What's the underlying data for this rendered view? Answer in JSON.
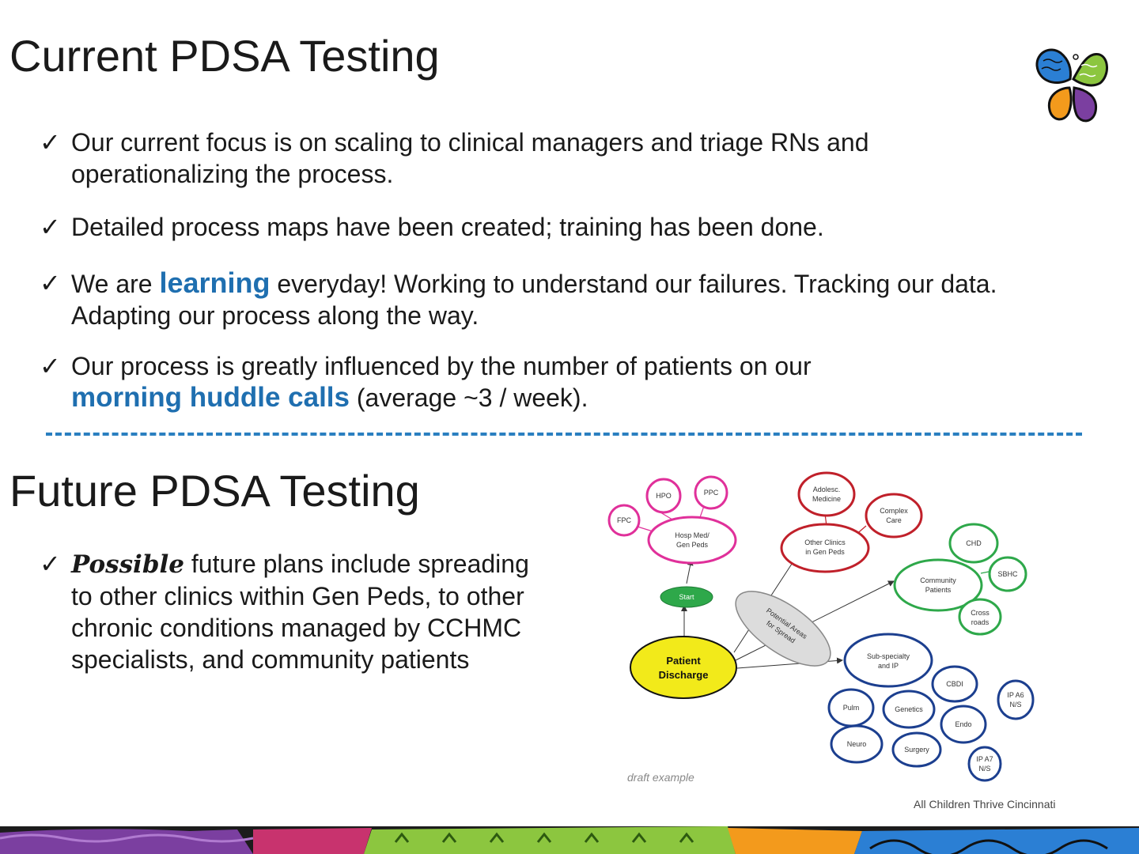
{
  "section1": {
    "title": "Current PDSA Testing",
    "bullet1": "Our current focus is on scaling to clinical managers and triage RNs and operationalizing the process.",
    "bullet2": "Detailed process maps have been created; training has been done.",
    "bullet3": {
      "pre": "We are ",
      "emphasis": "learning",
      "post": " everyday!  Working to understand our failures.  Tracking our data.  Adapting our process along the way."
    },
    "bullet4": {
      "pre": "Our process is greatly influenced by the number of patients on our ",
      "emphasis": "morning huddle calls",
      "post": " (average ~3 / week)."
    }
  },
  "section2": {
    "title": "Future PDSA Testing",
    "bullet1": {
      "emphasis": "Possible",
      "post": " future plans include spreading to other clinics within Gen Peds, to other chronic conditions managed by CCHMC specialists, and community patients"
    }
  },
  "check_glyph": "✓",
  "diagram": {
    "caption": "draft example",
    "nodes": {
      "hpo": "HPO",
      "ppc": "PPC",
      "fpc": "FPC",
      "hosp_med_1": "Hosp Med/",
      "hosp_med_2": "Gen Peds",
      "start": "Start",
      "patient_discharge_1": "Patient",
      "patient_discharge_2": "Discharge",
      "potential_1": "Potential Areas",
      "potential_2": "for Spread",
      "adolesc_1": "Adolesc.",
      "adolesc_2": "Medicine",
      "complex_1": "Complex",
      "complex_2": "Care",
      "other_clinics_1": "Other Clinics",
      "other_clinics_2": "in Gen Peds",
      "chd": "CHD",
      "sbhc": "SBHC",
      "community_1": "Community",
      "community_2": "Patients",
      "cross_1": "Cross",
      "cross_2": "roads",
      "subspecialty_1": "Sub-specialty",
      "subspecialty_2": "and IP",
      "cbdi": "CBDI",
      "ipa6_1": "IP A6",
      "ipa6_2": "N/S",
      "pulm": "Pulm",
      "genetics": "Genetics",
      "endo": "Endo",
      "neuro": "Neuro",
      "surgery": "Surgery",
      "ipa7_1": "IP A7",
      "ipa7_2": "N/S"
    },
    "colors": {
      "pink": "#e0309a",
      "green": "#2ea84a",
      "red": "#c0202a",
      "blue": "#1c3f8f",
      "yellow": "#f2ea1a"
    }
  },
  "footer": {
    "credit": "All Children Thrive Cincinnati"
  },
  "colors": {
    "accent_blue": "#1f6fb0",
    "dash_blue": "#2a7fc0"
  }
}
